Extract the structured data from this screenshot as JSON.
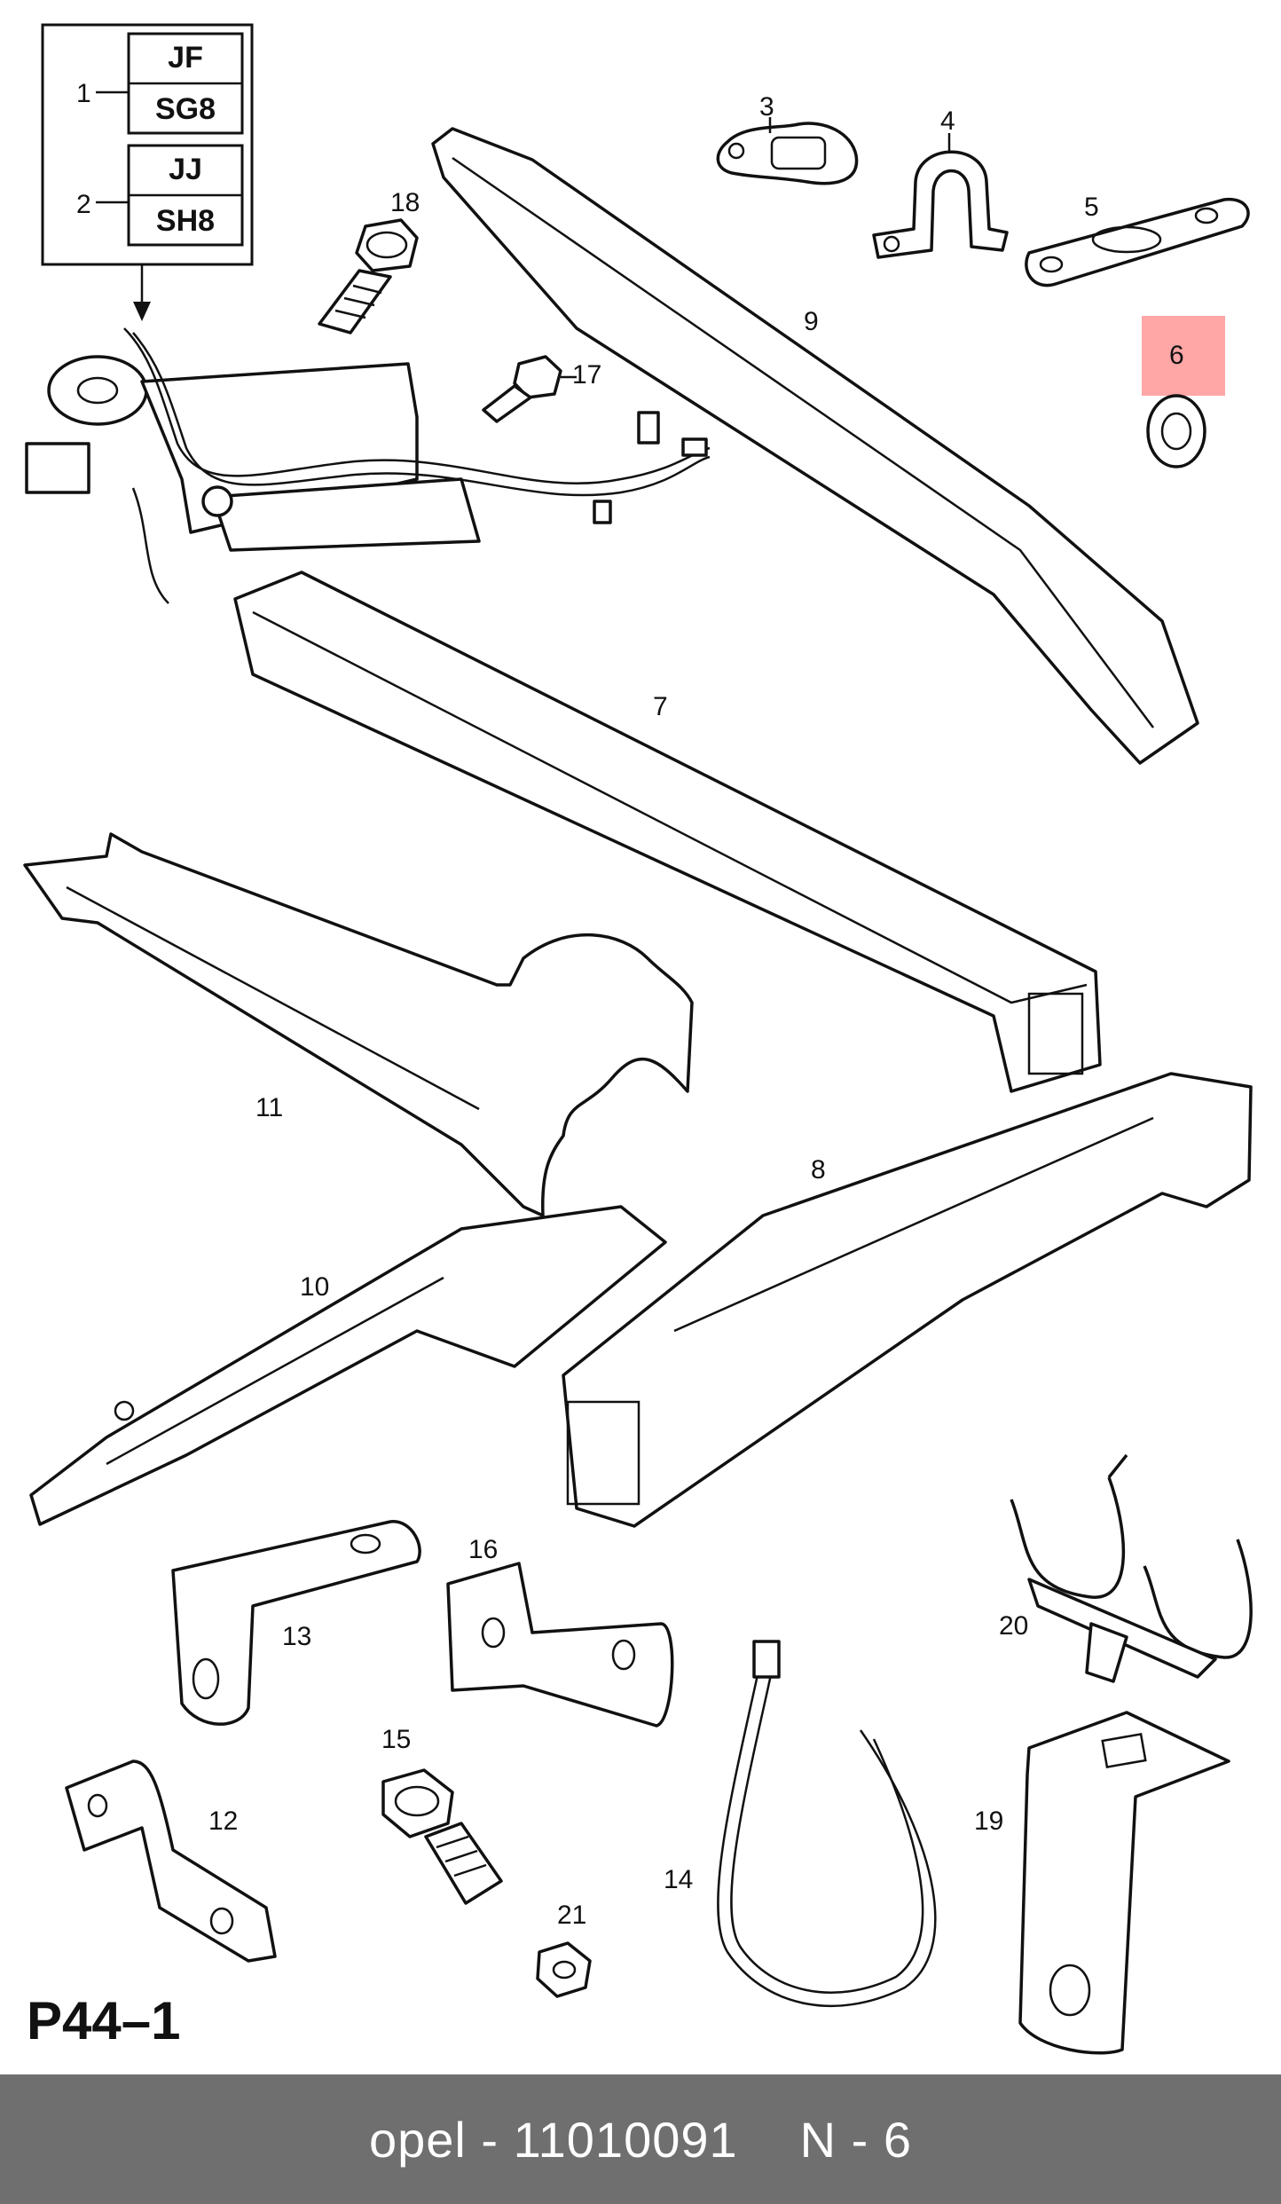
{
  "diagram": {
    "page_code": "P44–1",
    "legend_box": {
      "entries": [
        {
          "number": "1",
          "codes": [
            "JF",
            "SG8"
          ]
        },
        {
          "number": "2",
          "codes": [
            "JJ",
            "SH8"
          ]
        }
      ]
    },
    "parts": [
      {
        "number": "1",
        "name": ""
      },
      {
        "number": "2",
        "name": ""
      },
      {
        "number": "3",
        "name": ""
      },
      {
        "number": "4",
        "name": ""
      },
      {
        "number": "5",
        "name": ""
      },
      {
        "number": "6",
        "name": "",
        "highlighted": true
      },
      {
        "number": "7",
        "name": ""
      },
      {
        "number": "8",
        "name": ""
      },
      {
        "number": "9",
        "name": ""
      },
      {
        "number": "10",
        "name": ""
      },
      {
        "number": "11",
        "name": ""
      },
      {
        "number": "12",
        "name": ""
      },
      {
        "number": "13",
        "name": ""
      },
      {
        "number": "14",
        "name": ""
      },
      {
        "number": "15",
        "name": ""
      },
      {
        "number": "16",
        "name": ""
      },
      {
        "number": "17",
        "name": ""
      },
      {
        "number": "18",
        "name": ""
      },
      {
        "number": "19",
        "name": ""
      },
      {
        "number": "20",
        "name": ""
      },
      {
        "number": "21",
        "name": ""
      }
    ],
    "highlight_color": "#ff6b6b"
  },
  "footer": {
    "brand": "opel",
    "separator": "-",
    "part_number": "11010091",
    "position_label": "N - 6"
  }
}
